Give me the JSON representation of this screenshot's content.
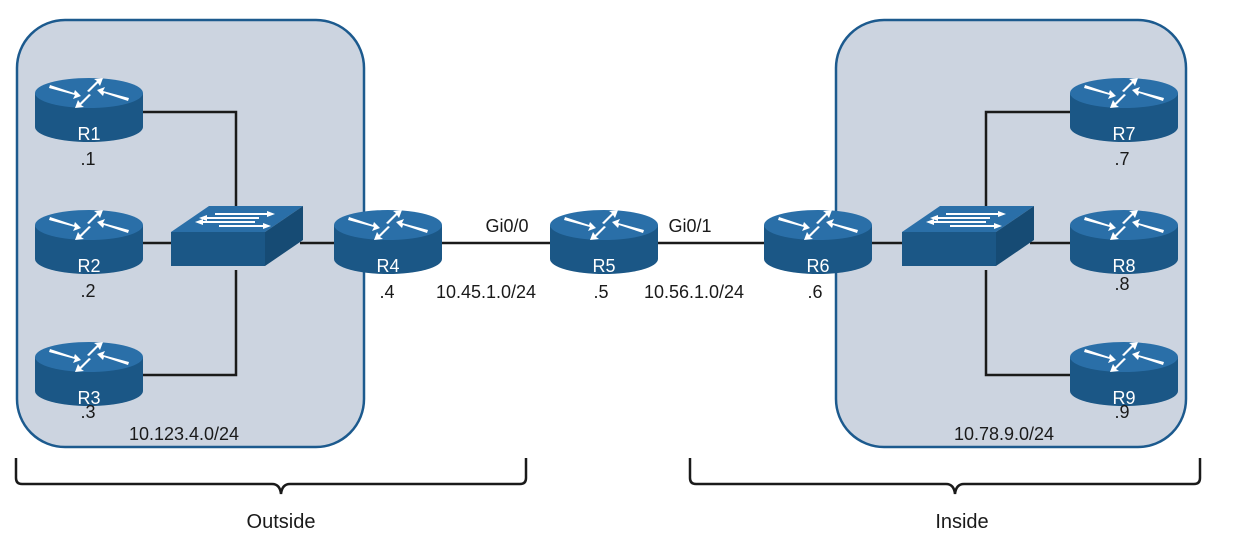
{
  "zones": {
    "outside": {
      "subnet": "10.123.4.0/24",
      "label": "Outside"
    },
    "inside": {
      "subnet": "10.78.9.0/24",
      "label": "Inside"
    }
  },
  "routers": {
    "r1": {
      "name": "R1",
      "addr": ".1"
    },
    "r2": {
      "name": "R2",
      "addr": ".2"
    },
    "r3": {
      "name": "R3",
      "addr": ".3"
    },
    "r4": {
      "name": "R4",
      "addr": ".4"
    },
    "r5": {
      "name": "R5",
      "addr": ".5"
    },
    "r6": {
      "name": "R6",
      "addr": ".6"
    },
    "r7": {
      "name": "R7",
      "addr": ".7"
    },
    "r8": {
      "name": "R8",
      "addr": ".8"
    },
    "r9": {
      "name": "R9",
      "addr": ".9"
    }
  },
  "links": {
    "r4_r5": {
      "subnet": "10.45.1.0/24"
    },
    "r5_r6": {
      "subnet": "10.56.1.0/24"
    }
  },
  "interfaces": {
    "r5_left": "Gi0/0",
    "r5_right": "Gi0/1"
  },
  "colors": {
    "zone_fill": "#ccd4e0",
    "zone_stroke": "#1c5a8e",
    "device_top": "#2a6fa8",
    "device_side": "#1b5786",
    "link": "#1a1a1a"
  }
}
